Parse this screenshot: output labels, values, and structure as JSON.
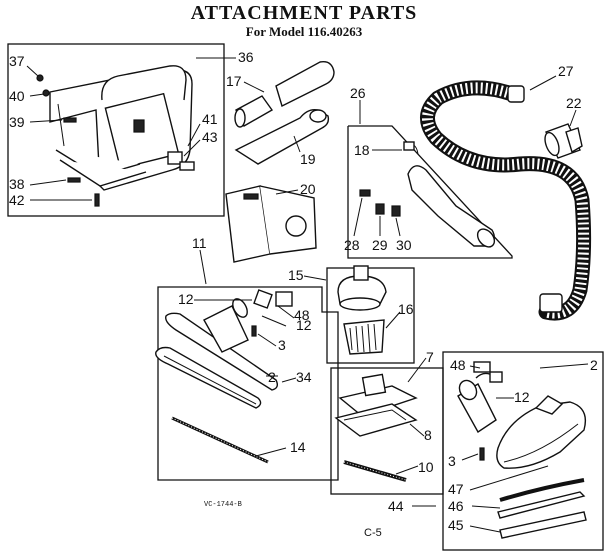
{
  "header": {
    "title": "ATTACHMENT PARTS",
    "subtitle": "For Model 116.40263"
  },
  "parts": [
    {
      "id": "p37",
      "label": "37"
    },
    {
      "id": "p36",
      "label": "36"
    },
    {
      "id": "p40",
      "label": "40"
    },
    {
      "id": "p39",
      "label": "39"
    },
    {
      "id": "p41",
      "label": "41"
    },
    {
      "id": "p43",
      "label": "43"
    },
    {
      "id": "p38",
      "label": "38"
    },
    {
      "id": "p42",
      "label": "42"
    },
    {
      "id": "p17",
      "label": "17"
    },
    {
      "id": "p19",
      "label": "19"
    },
    {
      "id": "p20",
      "label": "20"
    },
    {
      "id": "p26",
      "label": "26"
    },
    {
      "id": "p27",
      "label": "27"
    },
    {
      "id": "p22",
      "label": "22"
    },
    {
      "id": "p18",
      "label": "18"
    },
    {
      "id": "p28",
      "label": "28"
    },
    {
      "id": "p29",
      "label": "29"
    },
    {
      "id": "p30",
      "label": "30"
    },
    {
      "id": "p11",
      "label": "11"
    },
    {
      "id": "p15",
      "label": "15"
    },
    {
      "id": "p16",
      "label": "16"
    },
    {
      "id": "p12a",
      "label": "12"
    },
    {
      "id": "p12b",
      "label": "12"
    },
    {
      "id": "p48a",
      "label": "48"
    },
    {
      "id": "p3a",
      "label": "3"
    },
    {
      "id": "p2a",
      "label": "2"
    },
    {
      "id": "p34",
      "label": "34"
    },
    {
      "id": "p14",
      "label": "14"
    },
    {
      "id": "p7",
      "label": "7"
    },
    {
      "id": "p8",
      "label": "8"
    },
    {
      "id": "p10",
      "label": "10"
    },
    {
      "id": "p48b",
      "label": "48"
    },
    {
      "id": "p2b",
      "label": "2"
    },
    {
      "id": "p12c",
      "label": "12"
    },
    {
      "id": "p3b",
      "label": "3"
    },
    {
      "id": "p47",
      "label": "47"
    },
    {
      "id": "p44",
      "label": "44"
    },
    {
      "id": "p46",
      "label": "46"
    },
    {
      "id": "p45",
      "label": "45"
    }
  ],
  "footer": {
    "code": "VC-1744-B",
    "page": "C-5"
  }
}
